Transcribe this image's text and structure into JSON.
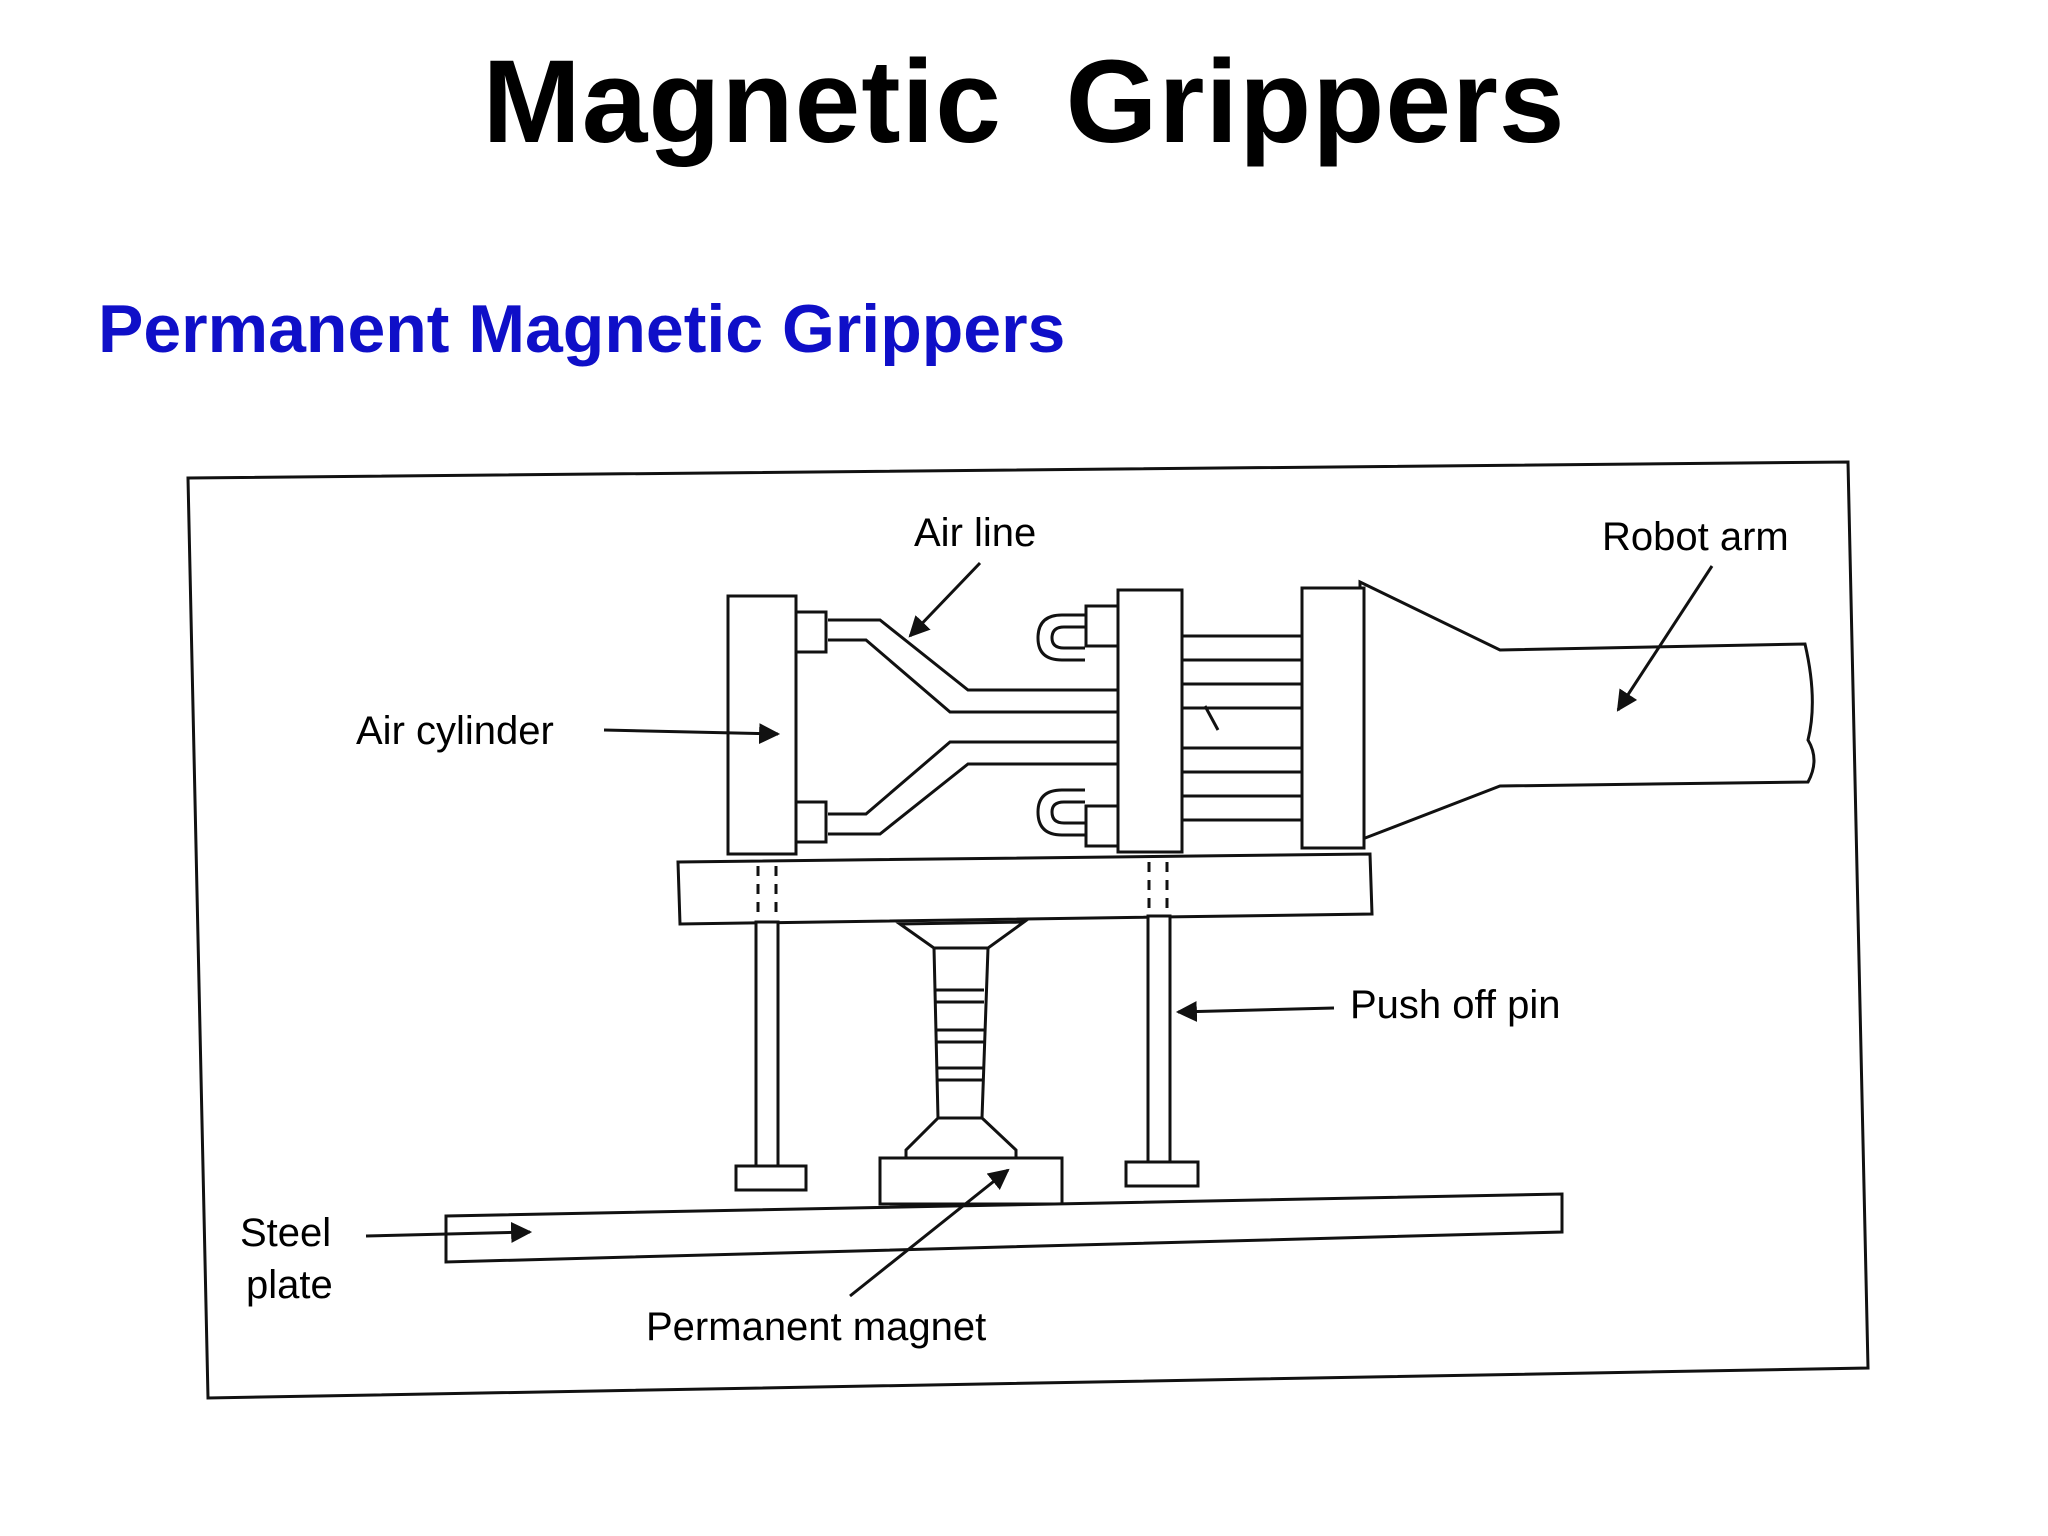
{
  "title": "Magnetic  Grippers",
  "subtitle": "Permanent Magnetic Grippers",
  "figure": {
    "labels": {
      "air_line": "Air line",
      "robot_arm": "Robot arm",
      "air_cylinder": "Air cylinder",
      "push_off_pin": "Push off pin",
      "steel_plate_line1": "Steel",
      "steel_plate_line2": "plate",
      "permanent_magnet": "Permanent magnet"
    }
  },
  "colors": {
    "title": "#000000",
    "subtitle": "#0f0fc8",
    "background": "#ffffff"
  }
}
